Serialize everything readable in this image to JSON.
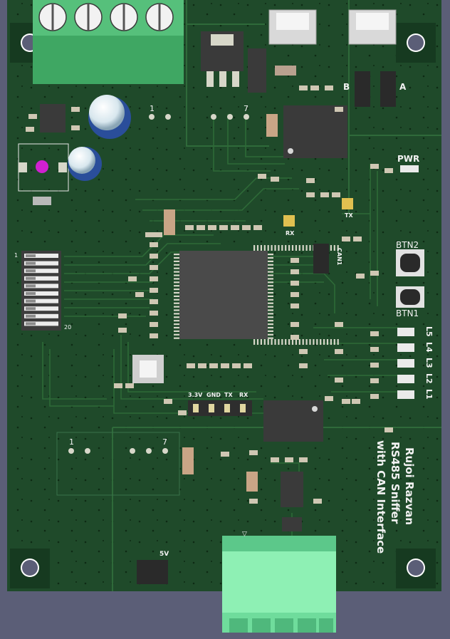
{
  "colors": {
    "background": "#5b5e77",
    "board": "#1f4a2a",
    "board_dark": "#173d22",
    "trace": "#2b6034",
    "silkscreen": "#f2f2f2",
    "terminal_block": "#3fa763",
    "terminal_block_light": "#8ef0b4",
    "ic_body": "#3a3a3a",
    "pad": "#d7d7c9"
  },
  "labels": {
    "title_line1": "Rujoi Razvan",
    "title_line2": "RS485 Sniffer",
    "title_line3": "with CAN Interface",
    "pwr": "PWR",
    "btn2": "BTN2",
    "btn1": "BTN1",
    "rx": "RX",
    "tx": "TX",
    "can": "CAN1",
    "jumper_a": "A",
    "jumper_b": "B",
    "header_3v3": "3.3V",
    "header_gnd": "GND",
    "header_tx": "TX",
    "header_rx": "RX",
    "five_v": "5V",
    "dip_pin1": "1",
    "dip_pin20": "20",
    "conn_top_pin1": "1",
    "conn_top_pin7": "7",
    "conn_bot_pin1": "1",
    "conn_bot_pin7": "7",
    "led_l5": "L5",
    "led_l4": "L4",
    "led_l3": "L3",
    "led_l2": "L2",
    "led_l1": "L1",
    "pin_marker": "▽"
  }
}
